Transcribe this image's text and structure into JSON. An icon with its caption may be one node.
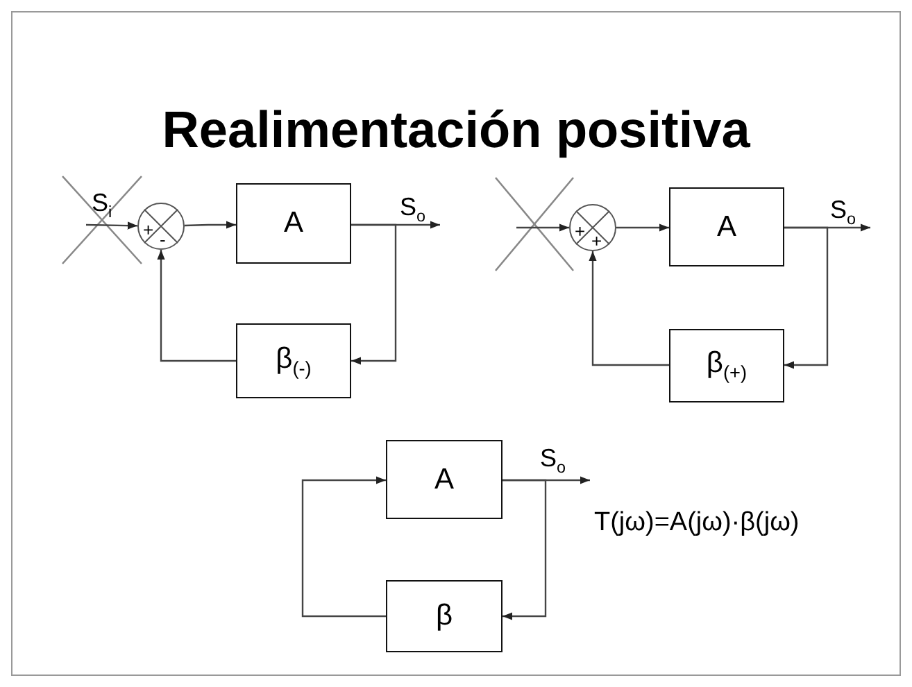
{
  "diagram": {
    "title": "Realimentación positiva",
    "nodes": [
      {
        "text": [
          "+",
          "-"
        ]
      },
      {
        "text": [
          "A"
        ]
      },
      {
        "text": [
          "β$_{(-)}$"
        ]
      },
      {
        "text": [
          "+",
          "+"
        ]
      },
      {
        "text": [
          "A"
        ]
      },
      {
        "text": [
          "β$_{(+)}$"
        ]
      },
      {
        "text": [
          "A"
        ]
      },
      {
        "text": [
          "β"
        ]
      }
    ],
    "edges": [
      {
        "from": null,
        "to": 0,
        "arrow": "to",
        "label": "S$_{i}$"
      },
      {
        "from": 0,
        "to": 1,
        "arrow": "to"
      },
      {
        "from": 1,
        "to": null,
        "arrow": "to",
        "label": "S$_{o}$"
      },
      {
        "from": 1,
        "to": 2,
        "arrow": "to"
      },
      {
        "from": 2,
        "to": 0,
        "arrow": "to"
      },
      {
        "from": null,
        "to": 3,
        "arrow": "to"
      },
      {
        "from": 3,
        "to": 4,
        "arrow": "to"
      },
      {
        "from": 4,
        "to": null,
        "arrow": "to",
        "label": "S$_{o}$"
      },
      {
        "from": 4,
        "to": 5,
        "arrow": "to"
      },
      {
        "from": 5,
        "to": 3,
        "arrow": "to"
      },
      {
        "from": 6,
        "to": null,
        "arrow": "to",
        "label": "S$_{o}$"
      },
      {
        "from": 6,
        "to": 7,
        "arrow": "to"
      },
      {
        "from": 7,
        "to": 6,
        "arrow": "to"
      }
    ],
    "labels": [
      "T(jω)=A(jω)·β(jω)"
    ]
  }
}
